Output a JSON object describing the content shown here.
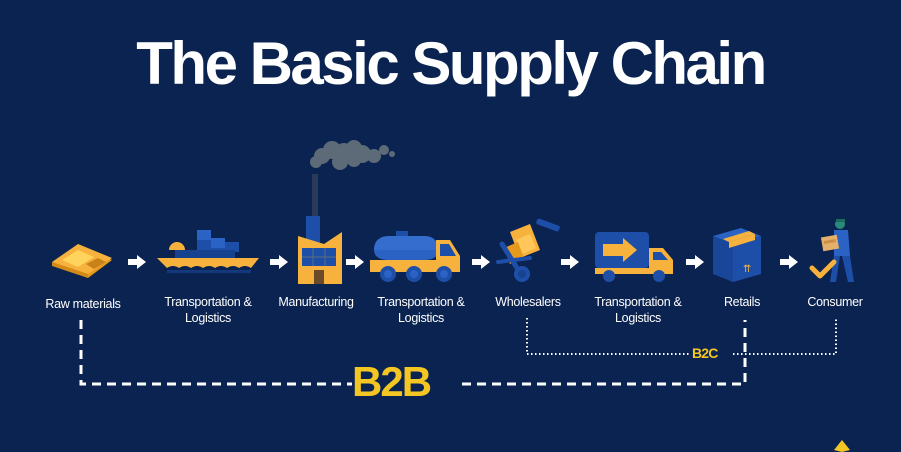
{
  "title": "The Basic Supply Chain",
  "colors": {
    "background": "#0b2350",
    "accent_yellow": "#f3c623",
    "icon_orange": "#f7b13d",
    "icon_blue": "#1e4fa8",
    "text": "#ffffff",
    "smoke": "#5d6b78"
  },
  "stages": [
    {
      "label": "Raw materials",
      "icon": "gold-bars-icon"
    },
    {
      "label_line1": "Transportation &",
      "label_line2": "Logistics",
      "icon": "cargo-ship-icon"
    },
    {
      "label": "Manufacturing",
      "icon": "factory-icon"
    },
    {
      "label_line1": "Transportation &",
      "label_line2": "Logistics",
      "icon": "tanker-truck-icon"
    },
    {
      "label": "Wholesalers",
      "icon": "hand-truck-icon"
    },
    {
      "label_line1": "Transportation &",
      "label_line2": "Logistics",
      "icon": "delivery-truck-icon"
    },
    {
      "label": "Retails",
      "icon": "package-box-icon"
    },
    {
      "label": "Consumer",
      "icon": "person-carrying-box-icon"
    }
  ],
  "flow_arrow": "right-arrow-icon",
  "connectors": {
    "b2b_label": "B2B",
    "b2b_span": "Raw materials → Retails",
    "b2c_label": "B2C",
    "b2c_span": "Wholesalers → Consumer"
  }
}
